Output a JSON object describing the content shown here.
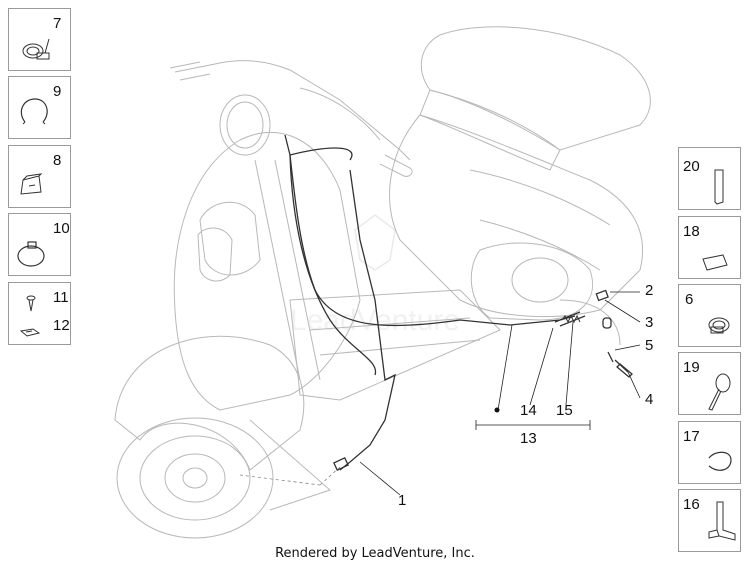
{
  "footer": "Rendered by LeadVenture, Inc.",
  "watermark": "LeadVenture",
  "left_boxes": [
    {
      "num": "7",
      "part": "hose-clamp"
    },
    {
      "num": "9",
      "part": "retaining-ring"
    },
    {
      "num": "8",
      "part": "cable-clip"
    },
    {
      "num": "10",
      "part": "band-clamp"
    },
    {
      "num": "11",
      "part": "screw"
    },
    {
      "num": "12",
      "part": "speed-nut"
    }
  ],
  "right_boxes": [
    {
      "num": "20",
      "part": "tube"
    },
    {
      "num": "18",
      "part": "label-plate"
    },
    {
      "num": "6",
      "part": "hose-clamp"
    },
    {
      "num": "19",
      "part": "cable-tie"
    },
    {
      "num": "17",
      "part": "retaining-ring"
    },
    {
      "num": "16",
      "part": "bracket"
    }
  ],
  "callouts": {
    "c1": "1",
    "c2": "2",
    "c3": "3",
    "c4": "4",
    "c5": "5",
    "c13": "13",
    "c14": "14",
    "c15": "15"
  }
}
